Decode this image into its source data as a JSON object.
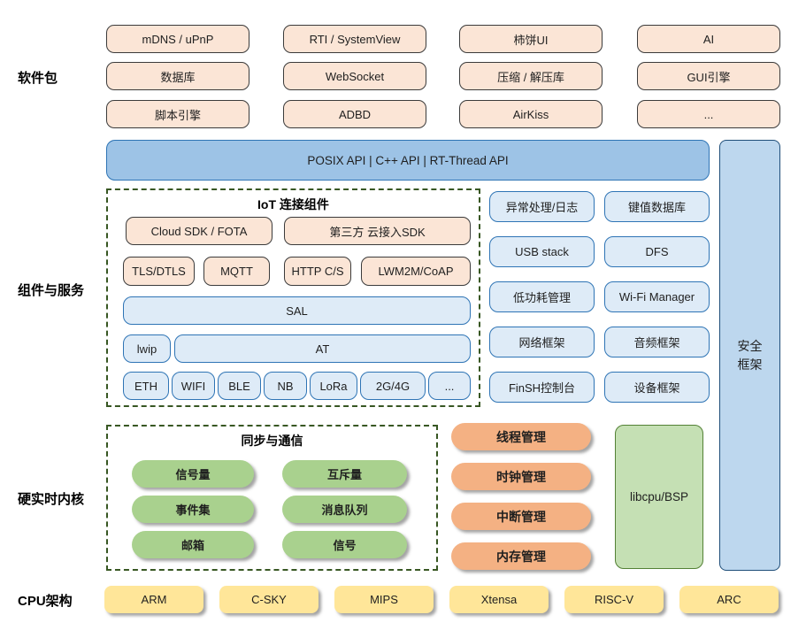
{
  "labels": {
    "software_packages": "软件包",
    "components_services": "组件与服务",
    "kernel": "硬实时内核",
    "cpu_arch": "CPU架构"
  },
  "packages": {
    "items": [
      "mDNS / uPnP",
      "RTI / SystemView",
      "柿饼UI",
      "AI",
      "数据库",
      "WebSocket",
      "压缩 / 解压库",
      "GUI引擎",
      "脚本引擎",
      "ADBD",
      "AirKiss",
      "..."
    ]
  },
  "api_bar": {
    "text": "POSIX API  |  C++ API  |  RT-Thread API"
  },
  "security": {
    "line1": "安全",
    "line2": "框架"
  },
  "iot": {
    "title": "IoT 连接组件",
    "cloud_sdk": "Cloud SDK / FOTA",
    "third_party": "第三方 云接入SDK",
    "protocols": [
      "TLS/DTLS",
      "MQTT",
      "HTTP C/S",
      "LWM2M/CoAP"
    ],
    "sal": "SAL",
    "lwip": "lwip",
    "at": "AT",
    "links": [
      "ETH",
      "WIFI",
      "BLE",
      "NB",
      "LoRa",
      "2G/4G",
      "..."
    ]
  },
  "services": [
    "异常处理/日志",
    "键值数据库",
    "USB stack",
    "DFS",
    "低功耗管理",
    "Wi-Fi Manager",
    "网络框架",
    "音频框架",
    "FinSH控制台",
    "设备框架"
  ],
  "sync": {
    "title": "同步与通信",
    "items": [
      "信号量",
      "互斥量",
      "事件集",
      "消息队列",
      "邮箱",
      "信号"
    ]
  },
  "kernel_mgmt": [
    "线程管理",
    "时钟管理",
    "中断管理",
    "内存管理"
  ],
  "libcpu": "libcpu/BSP",
  "cpu_archs": [
    "ARM",
    "C-SKY",
    "MIPS",
    "Xtensa",
    "RISC-V",
    "ARC"
  ],
  "colors": {
    "package_fill": "#FBE5D6",
    "package_border": "#3b3b3b",
    "api_fill": "#9DC3E6",
    "service_fill": "#DEEBF7",
    "service_border": "#2E74B5",
    "security_fill": "#BDD7EE",
    "security_border": "#1F4E79",
    "sync_pill": "#A9D18E",
    "kernel_pill": "#F4B183",
    "cpu_fill": "#FFE699",
    "libcpu_fill": "#C5E0B4",
    "libcpu_border": "#538135",
    "dashed_border": "#385723"
  }
}
